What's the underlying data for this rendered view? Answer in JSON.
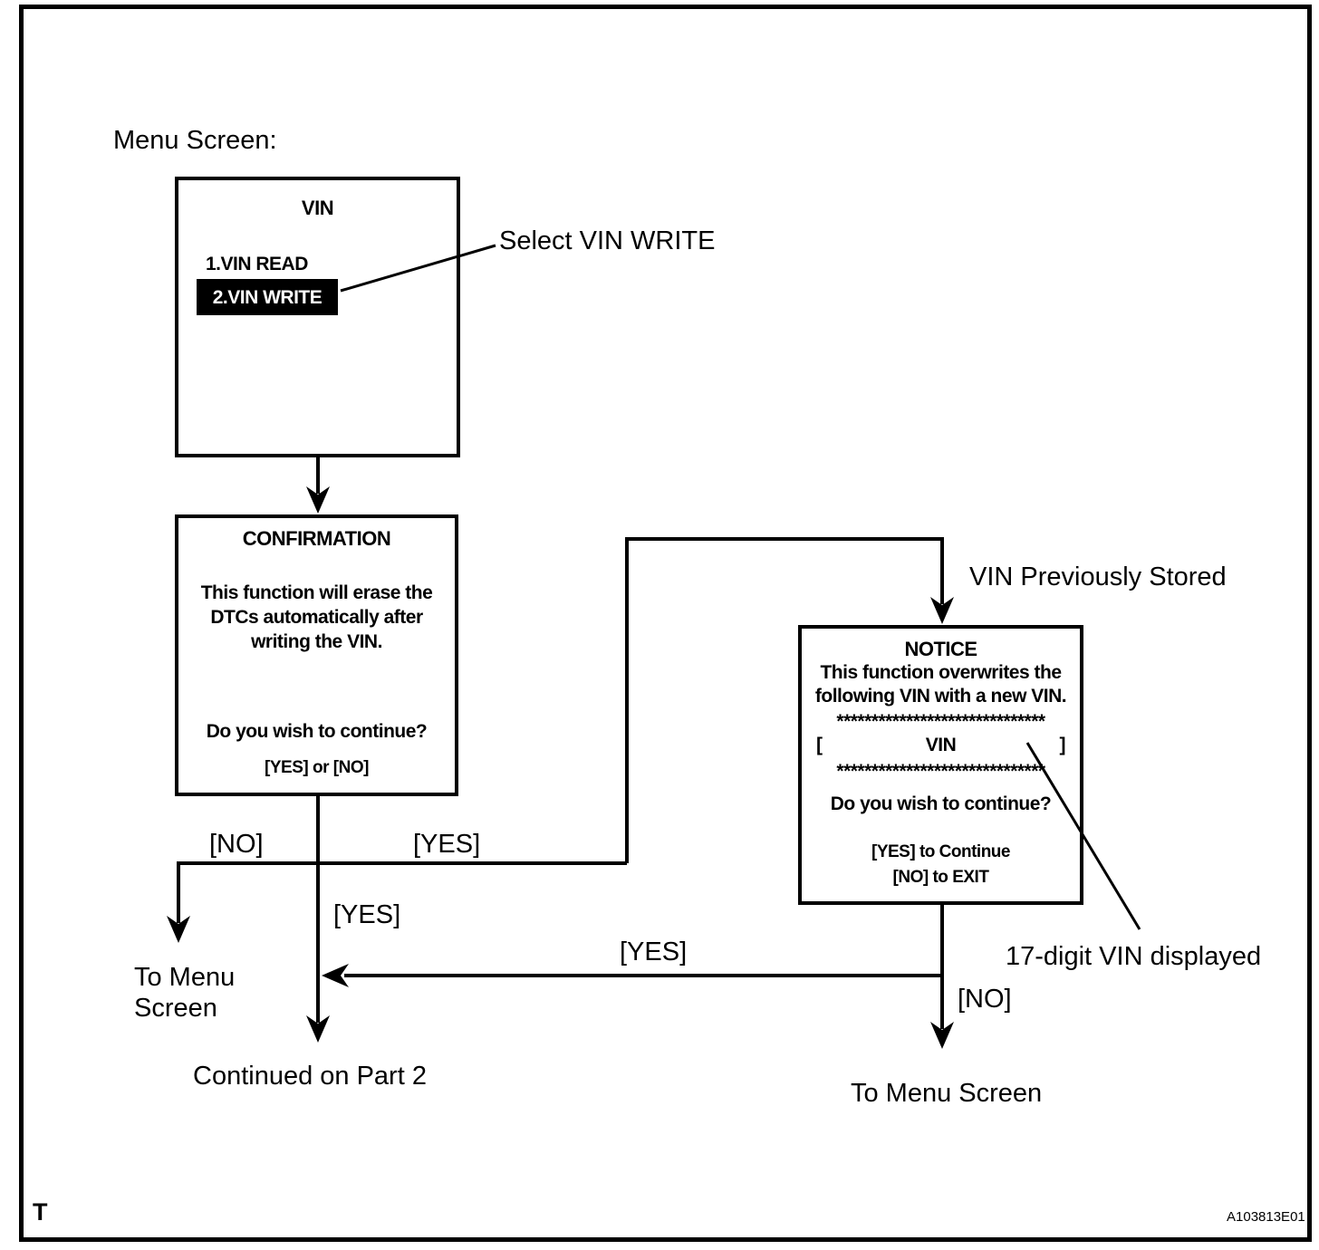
{
  "figure": {
    "heading": "Menu Screen:",
    "corner_mark": "T",
    "figure_id": "A103813E01",
    "colors": {
      "ink": "#000000",
      "paper": "#ffffff",
      "highlight_bg": "#000000",
      "highlight_text": "#ffffff"
    }
  },
  "menu_screen_box": {
    "title": "VIN",
    "items": [
      {
        "label": "1.VIN READ",
        "highlighted": false
      },
      {
        "label": "2.VIN WRITE",
        "highlighted": true
      }
    ]
  },
  "confirmation_box": {
    "title": "CONFIRMATION",
    "body": [
      "This function will erase the",
      "DTCs automatically after",
      "writing the VIN."
    ],
    "question": "Do you wish to continue?",
    "options": "[YES] or [NO]"
  },
  "notice_box": {
    "title": "NOTICE",
    "body": [
      "This function overwrites the",
      "following VIN with a new VIN."
    ],
    "stars_top": "******************************",
    "vin_open": "[",
    "vin_label": "VIN",
    "vin_close": "]",
    "stars_bottom": "******************************",
    "question": "Do you wish to continue?",
    "option_yes": "[YES] to Continue",
    "option_no": "[NO] to EXIT"
  },
  "annotations": {
    "select_vin_write": "Select VIN WRITE",
    "vin_previously_stored": "VIN Previously Stored",
    "seventeen_digit_vin": "17-digit VIN displayed"
  },
  "branch_labels": {
    "confirmation_no": "[NO]",
    "confirmation_yes_right": "[YES]",
    "confirmation_yes_down": "[YES]",
    "to_menu_left_line1": "To Menu",
    "to_menu_left_line2": "Screen",
    "notice_yes_return": "[YES]",
    "notice_no": "[NO]",
    "to_menu_right": "To Menu Screen",
    "continued": "Continued on Part 2"
  }
}
